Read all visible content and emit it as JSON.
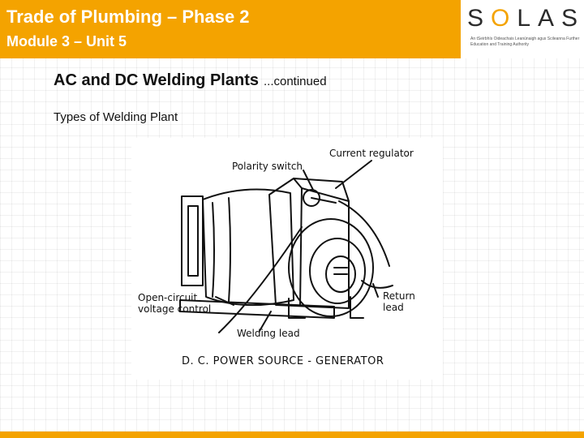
{
  "header": {
    "title": "Trade of Plumbing – Phase 2",
    "subtitle": "Module 3 – Unit 5"
  },
  "logo": {
    "wordmark_pre": "S",
    "wordmark_o": "O",
    "wordmark_post": "LAS",
    "tagline": "An tSeirbhís Oideachais Leanúnaigh agus Scileanna Further Education and Training Authority"
  },
  "slide": {
    "heading": "AC and DC Welding Plants",
    "heading_suffix": "...continued",
    "subheading": "Types of Welding Plant"
  },
  "figure": {
    "labels": {
      "current_regulator": "Current regulator",
      "polarity_switch": "Polarity switch",
      "open_circuit_line1": "Open-circuit",
      "open_circuit_line2": "voltage control",
      "return_lead_line1": "Return",
      "return_lead_line2": "lead",
      "welding_lead": "Welding lead"
    },
    "caption": "D. C. POWER  SOURCE - GENERATOR"
  },
  "colors": {
    "accent": "#f4a300",
    "header_text": "#ffffff",
    "body_text": "#111111"
  }
}
